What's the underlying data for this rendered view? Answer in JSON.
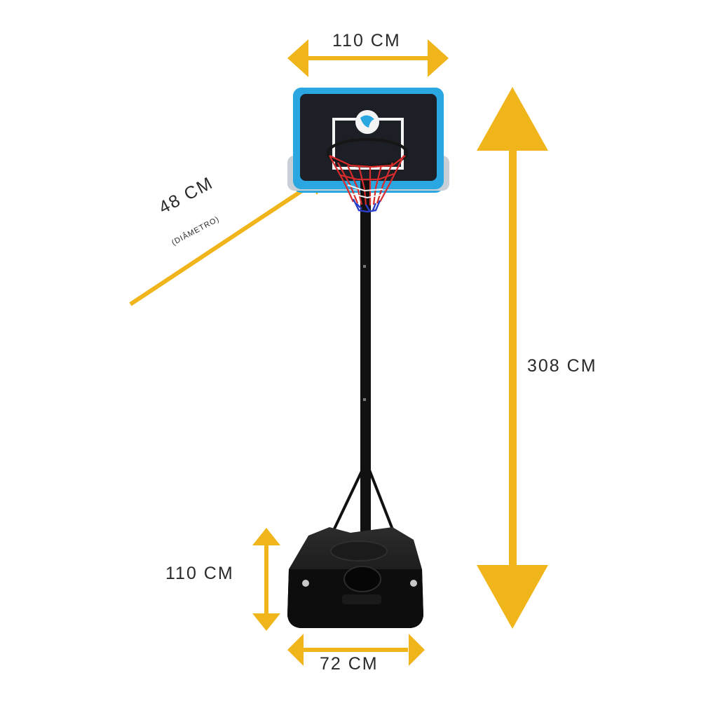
{
  "image": {
    "subject": "portable-basketball-hoop",
    "colors": {
      "arrow": "#f0b51b",
      "backboard_border": "#2aa7e0",
      "backboard_face": "#1c1f26",
      "pole": "#111111",
      "base": "#121212",
      "net_red": "#d82b2b",
      "net_white": "#f4f4f4",
      "net_blue": "#2b3fc9",
      "text": "#2a2a2a"
    }
  },
  "dimensions": {
    "backboard_width": "110 CM",
    "rim_diameter": "48 CM",
    "rim_diameter_note": "(DIÂMETRO)",
    "total_height": "308 CM",
    "base_height": "110 CM",
    "base_width": "72 CM"
  }
}
